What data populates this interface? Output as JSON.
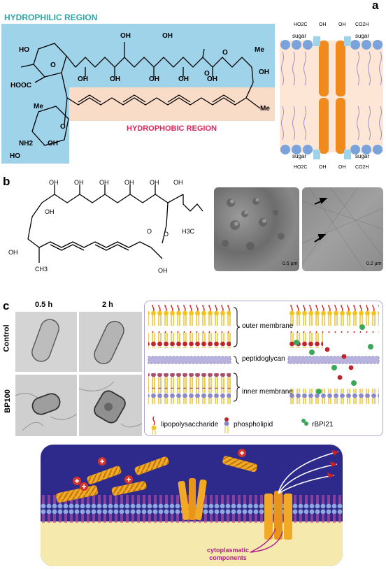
{
  "panel_a": {
    "letter": "a",
    "hydrophilic_label": "HYDROPHILIC REGION",
    "hydrophobic_label": "HYDROPHOBIC REGION",
    "hydrophilic_color": "#2aa7a7",
    "hydrophobic_color": "#e0245e",
    "membrane_labels": {
      "sugar": "sugar",
      "acid": "HO2C",
      "acid_r": "CO2H",
      "oh": "OH"
    },
    "molecule_labels": [
      "OH",
      "OH",
      "OH",
      "HO",
      "O",
      "HOOC",
      "OH",
      "OH",
      "OH",
      "OH",
      "OH",
      "O",
      "O",
      "Me",
      "OH",
      "Me",
      "Me",
      "O",
      "NH2",
      "OH",
      "HO",
      "O"
    ]
  },
  "panel_b": {
    "letter": "b",
    "molecule_labels": [
      "OH",
      "OH",
      "OH",
      "OH",
      "OH",
      "OH",
      "OH",
      "O",
      "O",
      "H3C",
      "OH",
      "CH3",
      "OH"
    ],
    "scale_left": "0.5 µm",
    "scale_right": "0.2 µm"
  },
  "panel_c": {
    "letter": "c",
    "time_labels": [
      "0.5 h",
      "2 h"
    ],
    "row_labels": [
      "Control",
      "BP100"
    ],
    "membrane_labels": {
      "outer": "outer membrane",
      "peptidoglycan": "peptidoglycan",
      "inner": "inner membrane"
    },
    "legend": {
      "lps": "lipopolysaccharide",
      "phospholipid": "phospholipid",
      "rbpi": "rBPI21"
    }
  },
  "panel_d": {
    "cytoplasm_label": "cytoplasmatic\ncomponents",
    "bg_color": "#2d2a8c",
    "cytoplasm_color": "#f5e9ad",
    "label_color": "#b0208a"
  }
}
